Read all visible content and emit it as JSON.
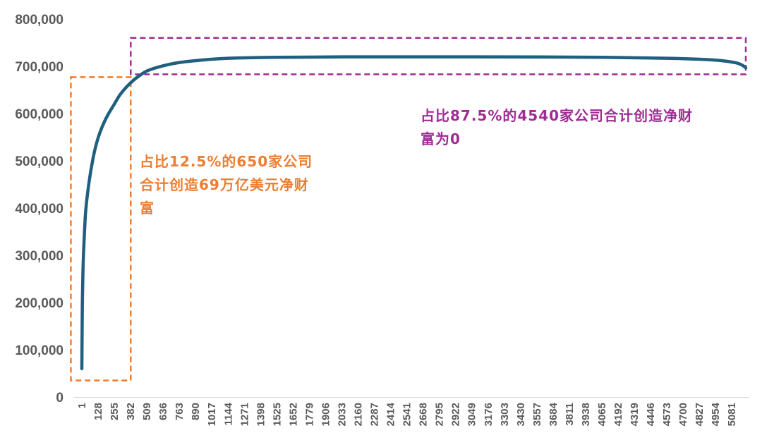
{
  "chart_data": {
    "type": "line",
    "title": "",
    "xlabel": "",
    "ylabel": "",
    "ylim": [
      0,
      800000
    ],
    "yticks": [
      "0",
      "100,000",
      "200,000",
      "300,000",
      "400,000",
      "500,000",
      "600,000",
      "700,000",
      "800,000"
    ],
    "xrange": [
      1,
      5190
    ],
    "xticks": [
      "1",
      "128",
      "255",
      "382",
      "509",
      "636",
      "763",
      "890",
      "1017",
      "1144",
      "1271",
      "1398",
      "1525",
      "1652",
      "1779",
      "1906",
      "2033",
      "2160",
      "2287",
      "2414",
      "2541",
      "2668",
      "2795",
      "2922",
      "3049",
      "3176",
      "3303",
      "3430",
      "3557",
      "3684",
      "3811",
      "3938",
      "4065",
      "4192",
      "4319",
      "4446",
      "4573",
      "4700",
      "4827",
      "4954",
      "5081"
    ],
    "grid": false,
    "series": [
      {
        "color": "#1F5F7F",
        "x": [
          1,
          5,
          10,
          20,
          30,
          50,
          75,
          100,
          130,
          160,
          200,
          255,
          300,
          382,
          450,
          509,
          636,
          763,
          890,
          1017,
          1144,
          1271,
          1525,
          1779,
          2033,
          2541,
          3049,
          3557,
          4065,
          4573,
          4827,
          4954,
          5030,
          5081,
          5120,
          5150,
          5170,
          5190
        ],
        "y": [
          60000,
          200000,
          270000,
          340000,
          390000,
          440000,
          485000,
          520000,
          550000,
          572000,
          595000,
          620000,
          640000,
          665000,
          680000,
          690000,
          701000,
          708000,
          712000,
          715000,
          717000,
          718000,
          719000,
          719500,
          720000,
          720000,
          720000,
          719800,
          719000,
          717000,
          715000,
          713000,
          711000,
          709000,
          707000,
          704000,
          701000,
          697000
        ]
      }
    ],
    "annotations": [
      {
        "text": "占比12.5%的650家公司合计创造69万亿美元净财富",
        "color": "#ED7D31",
        "box_x": [
          -85,
          383
        ],
        "box_y": [
          35000,
          677000
        ]
      },
      {
        "text": "占比87.5%的4540家公司合计创造净财富为0",
        "color": "#A02B93",
        "box_x": [
          383,
          5190
        ],
        "box_y": [
          683000,
          760000
        ]
      }
    ]
  }
}
